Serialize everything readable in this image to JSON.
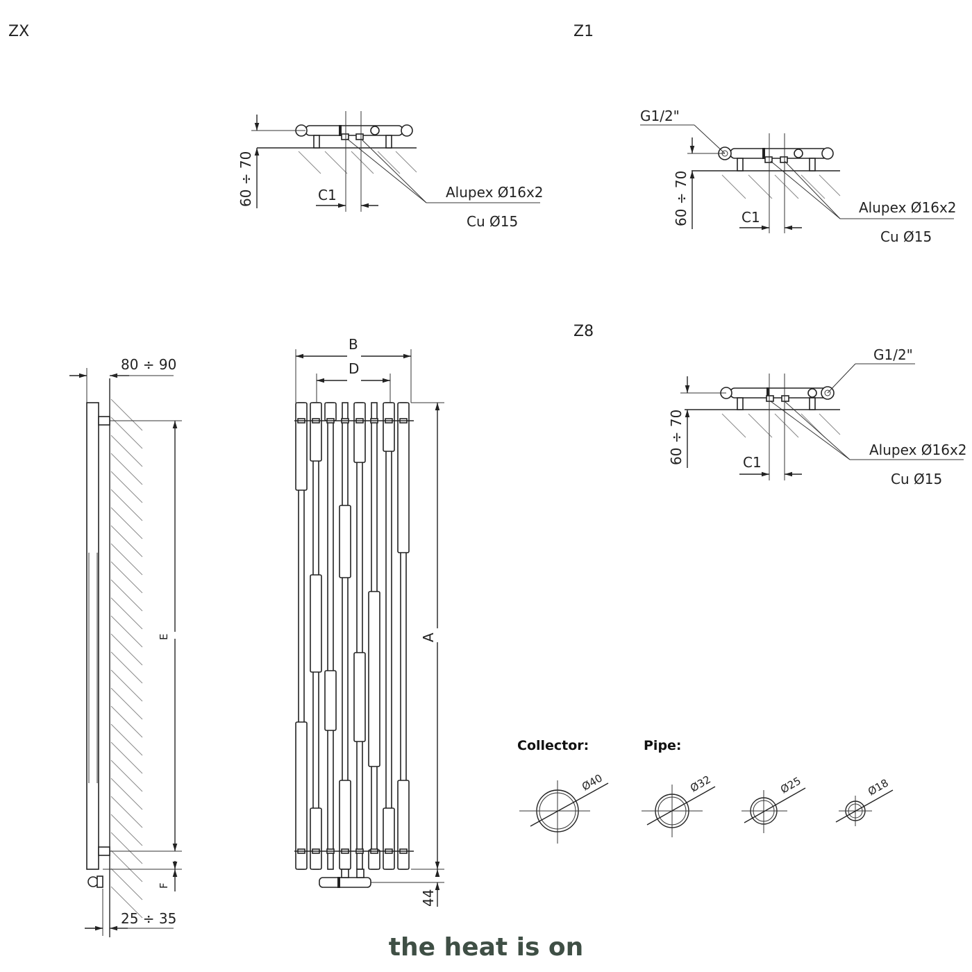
{
  "sections": {
    "zx": "ZX",
    "z1": "Z1",
    "z8": "Z8"
  },
  "connection": {
    "height_range": "60 ÷ 70",
    "c1": "C1",
    "alupex": "Alupex Ø16x2",
    "cu": "Cu Ø15",
    "thread": "G1/2\""
  },
  "side_view": {
    "wall_gap_top": "80 ÷ 90",
    "wall_gap_bottom": "25 ÷ 35",
    "dim_e": "E",
    "dim_f": "F"
  },
  "front_view": {
    "dim_b": "B",
    "dim_d": "D",
    "dim_a": "A",
    "dim_44": "44"
  },
  "collector": {
    "title": "Collector:",
    "d40": "Ø40"
  },
  "pipe": {
    "title": "Pipe:",
    "d32": "Ø32",
    "d25": "Ø25",
    "d18": "Ø18"
  },
  "brand": {
    "logo": "the heat is on"
  }
}
